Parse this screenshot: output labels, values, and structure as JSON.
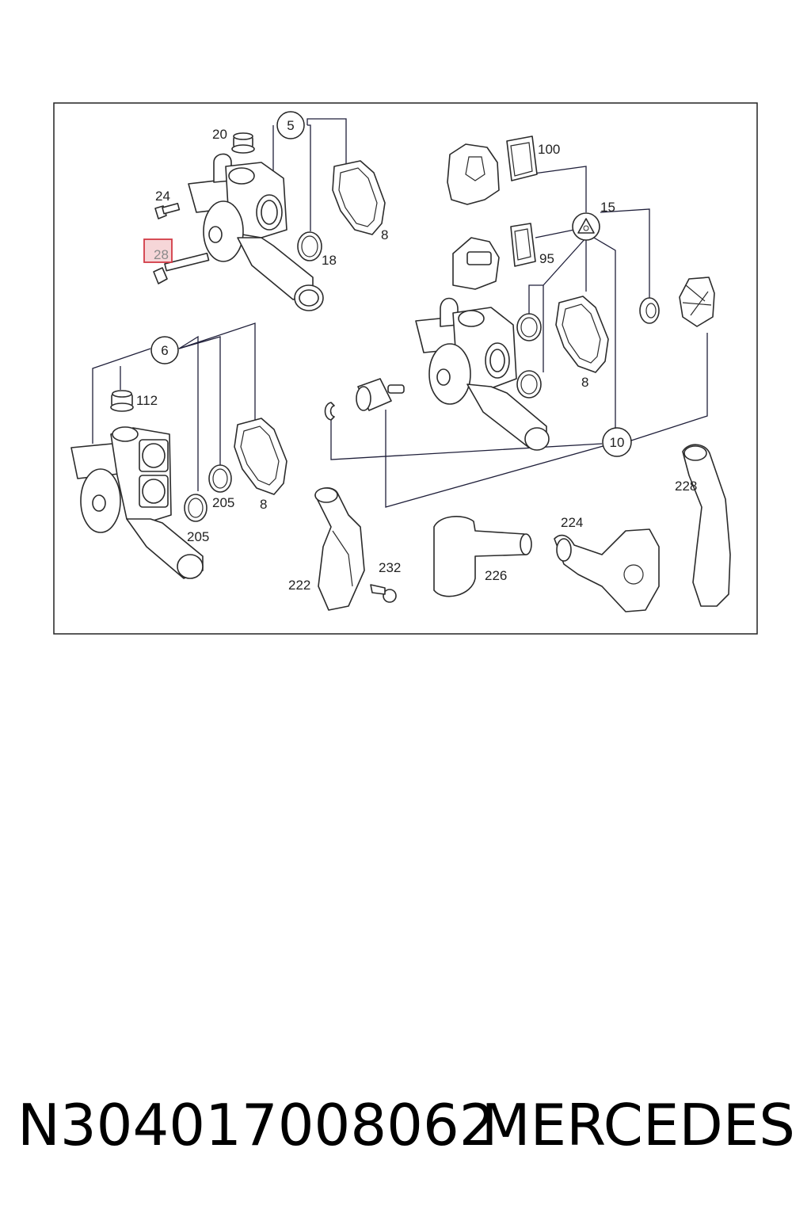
{
  "callouts": {
    "c5": "5",
    "c6": "6",
    "c10": "10",
    "c15": "15",
    "l20": "20",
    "l24": "24",
    "l28": "28",
    "l18": "18",
    "l8a": "8",
    "l100": "100",
    "l95": "95",
    "l8b": "8",
    "l112": "112",
    "l205a": "205",
    "l205b": "205",
    "l8c": "8",
    "l222": "222",
    "l232": "232",
    "l226": "226",
    "l224": "224",
    "l228": "228"
  },
  "highlight": {
    "label": "28",
    "color": "#d23b46"
  },
  "footer": {
    "part_number": "N304017008062",
    "brand": "MERCEDES"
  }
}
